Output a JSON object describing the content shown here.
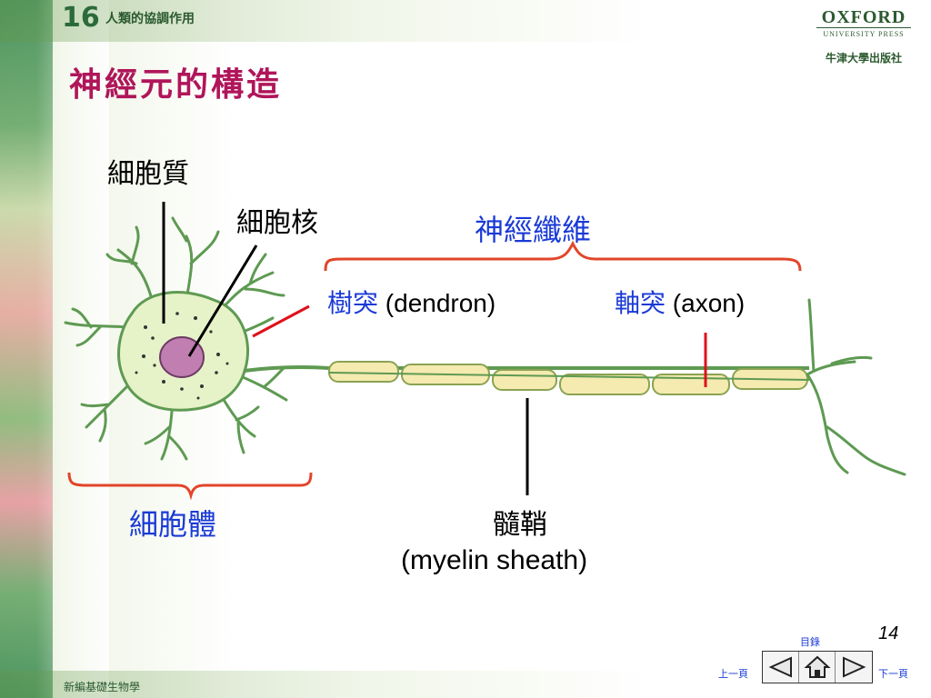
{
  "header": {
    "chapter_number": "16",
    "chapter_title": "人類的協調作用",
    "publisher_line1": "OXFORD",
    "publisher_line2": "UNIVERSITY PRESS",
    "publisher_line3": "牛津大學出版社"
  },
  "slide": {
    "title": "神經元的構造"
  },
  "diagram": {
    "labels": {
      "cytoplasm": "細胞質",
      "nucleus": "細胞核",
      "nerve_fibre": "神經纖維",
      "dendron_zh": "樹突",
      "dendron_en": "(dendron)",
      "axon_zh": "軸突",
      "axon_en": "(axon)",
      "cell_body": "細胞體",
      "myelin_zh": "髓鞘",
      "myelin_en": "(myelin sheath)"
    },
    "colors": {
      "neuron_fill": "#e6f2c8",
      "neuron_outline": "#5e9a52",
      "nucleus": "#c07fb0",
      "myelin": "#f5eab0",
      "brace": "#e2452a",
      "pointer_red": "#e0101a",
      "label_blue": "#1a3ad6",
      "title_magenta": "#b0155a"
    }
  },
  "footer": {
    "book_title": "新編基礎生物學",
    "page_number": "14",
    "nav": {
      "contents": "目錄",
      "prev": "上一頁",
      "next": "下一頁"
    }
  }
}
